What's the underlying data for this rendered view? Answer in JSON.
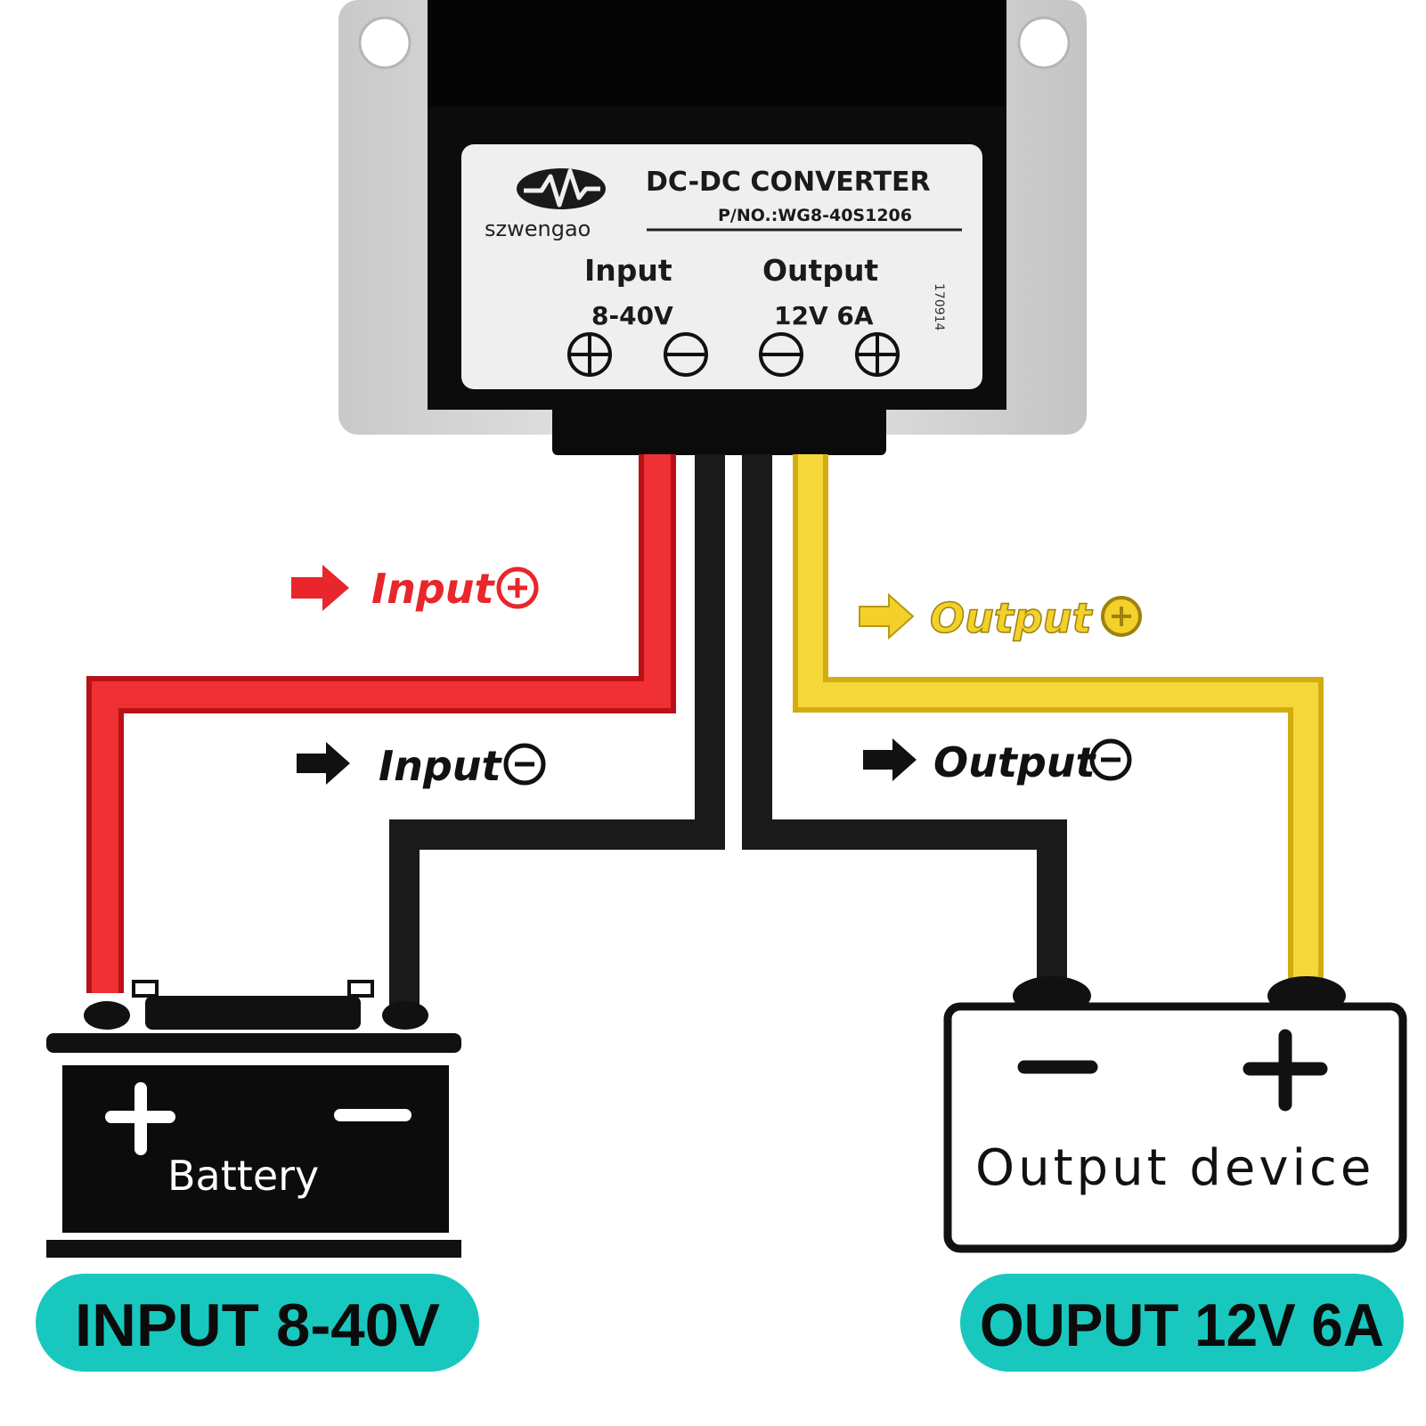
{
  "converter": {
    "brand": "szwengao",
    "title": "DC-DC CONVERTER",
    "part_number": "P/NO.:WG8-40S1206",
    "input_label": "Input",
    "input_range": "8-40V",
    "output_label": "Output",
    "output_rating": "12V 6A",
    "batch_code": "170914"
  },
  "wire_labels": {
    "input_positive": "Input",
    "input_negative": "Input",
    "output_positive": "Output",
    "output_negative": "Output"
  },
  "battery": {
    "label": "Battery"
  },
  "output_device": {
    "label": "Output device"
  },
  "badges": {
    "input": "INPUT 8-40V",
    "output": "OUPUT 12V 6A"
  },
  "colors": {
    "red_wire": "#e8262b",
    "yellow_wire": "#f3d02a",
    "black_wire": "#1a1a1a",
    "badge_bg": "#18c8bf",
    "housing": "#d9d9d9"
  }
}
